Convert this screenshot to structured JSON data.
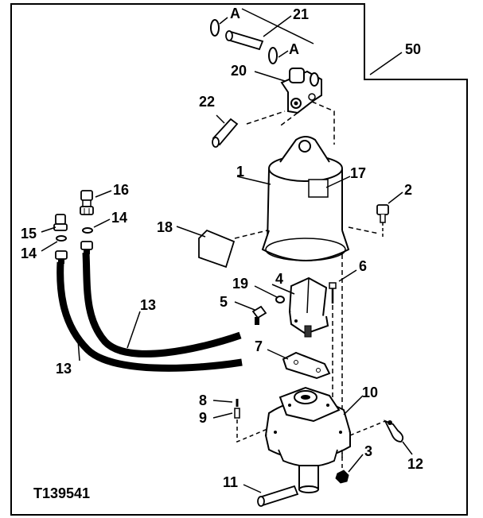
{
  "figure_id": "T139541",
  "corner_callout": "50",
  "reference_mark": "A",
  "callouts": {
    "c1": "1",
    "c2": "2",
    "c3": "3",
    "c4": "4",
    "c5": "5",
    "c6": "6",
    "c7": "7",
    "c8": "8",
    "c9": "9",
    "c10": "10",
    "c11": "11",
    "c12": "12",
    "c13a": "13",
    "c13b": "13",
    "c14a": "14",
    "c14b": "14",
    "c15": "15",
    "c16": "16",
    "c17": "17",
    "c18": "18",
    "c19": "19",
    "c20": "20",
    "c21": "21",
    "c22": "22"
  },
  "colors": {
    "ink": "#000000",
    "paper": "#ffffff",
    "shade": "#d9d9d9"
  }
}
